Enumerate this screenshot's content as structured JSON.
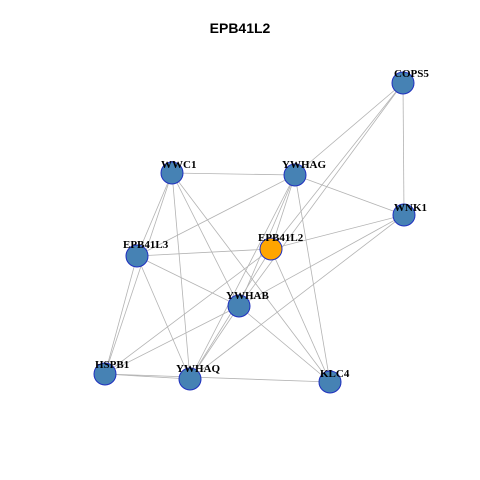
{
  "title": "EPB41L2",
  "colors": {
    "node": "#4682b4",
    "center": "#ffa500",
    "stroke": "#1f2fbf",
    "edge": "#b3b3b3"
  },
  "nodes": [
    {
      "id": "COPS5",
      "label": "COPS5",
      "center": false
    },
    {
      "id": "WWC1",
      "label": "WWC1",
      "center": false
    },
    {
      "id": "YWHAG",
      "label": "YWHAG",
      "center": false
    },
    {
      "id": "WNK1",
      "label": "WNK1",
      "center": false
    },
    {
      "id": "EPB41L3",
      "label": "EPB41L3",
      "center": false
    },
    {
      "id": "EPB41L2",
      "label": "EPB41L2",
      "center": true
    },
    {
      "id": "YWHAB",
      "label": "YWHAB",
      "center": false
    },
    {
      "id": "HSPB1",
      "label": "HSPB1",
      "center": false
    },
    {
      "id": "YWHAQ",
      "label": "YWHAQ",
      "center": false
    },
    {
      "id": "KLC4",
      "label": "KLC4",
      "center": false
    }
  ],
  "edges": [
    [
      "COPS5",
      "YWHAG"
    ],
    [
      "COPS5",
      "WNK1"
    ],
    [
      "COPS5",
      "EPB41L2"
    ],
    [
      "COPS5",
      "YWHAB"
    ],
    [
      "WWC1",
      "YWHAG"
    ],
    [
      "WWC1",
      "EPB41L3"
    ],
    [
      "WWC1",
      "YWHAB"
    ],
    [
      "WWC1",
      "YWHAQ"
    ],
    [
      "WWC1",
      "KLC4"
    ],
    [
      "WWC1",
      "HSPB1"
    ],
    [
      "YWHAG",
      "WNK1"
    ],
    [
      "YWHAG",
      "EPB41L3"
    ],
    [
      "YWHAG",
      "EPB41L2"
    ],
    [
      "YWHAG",
      "YWHAB"
    ],
    [
      "YWHAG",
      "YWHAQ"
    ],
    [
      "YWHAG",
      "KLC4"
    ],
    [
      "WNK1",
      "EPB41L2"
    ],
    [
      "WNK1",
      "YWHAB"
    ],
    [
      "WNK1",
      "YWHAQ"
    ],
    [
      "EPB41L3",
      "EPB41L2"
    ],
    [
      "EPB41L3",
      "YWHAB"
    ],
    [
      "EPB41L3",
      "HSPB1"
    ],
    [
      "EPB41L3",
      "YWHAQ"
    ],
    [
      "EPB41L2",
      "HSPB1"
    ],
    [
      "EPB41L2",
      "YWHAQ"
    ],
    [
      "EPB41L2",
      "KLC4"
    ],
    [
      "YWHAB",
      "HSPB1"
    ],
    [
      "YWHAB",
      "YWHAQ"
    ],
    [
      "YWHAB",
      "KLC4"
    ],
    [
      "HSPB1",
      "YWHAQ"
    ],
    [
      "HSPB1",
      "KLC4"
    ]
  ]
}
